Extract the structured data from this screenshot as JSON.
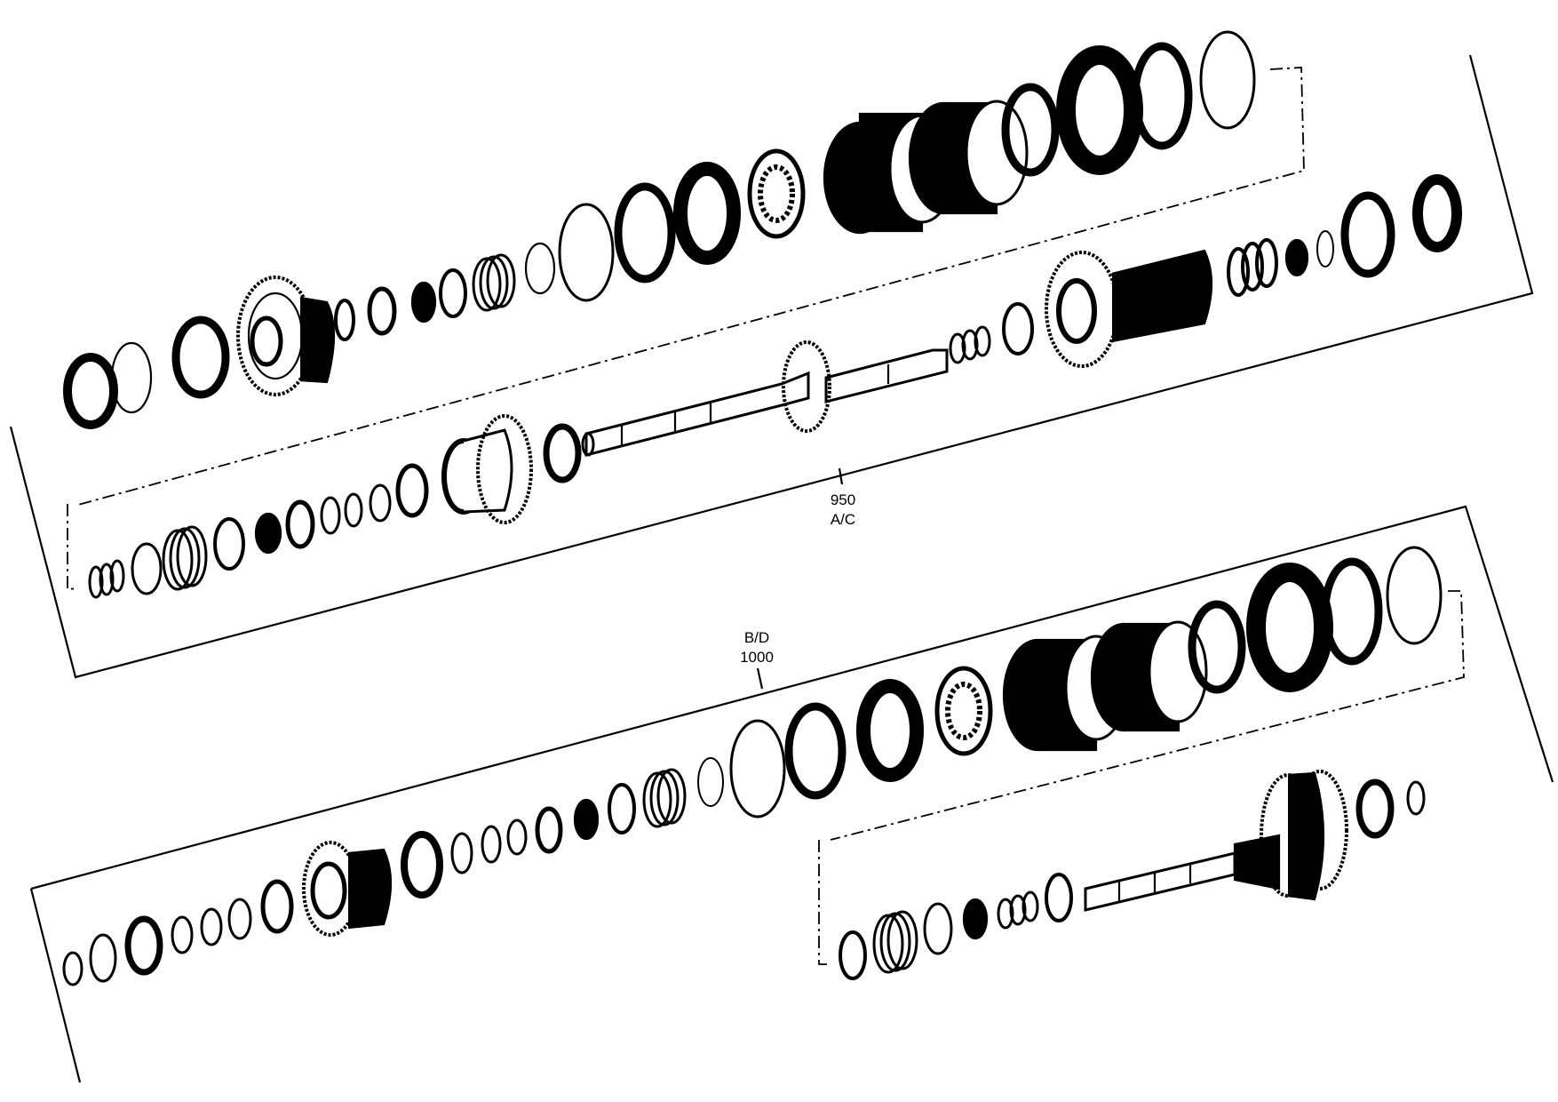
{
  "diagram": {
    "callouts": [
      {
        "id": "upper",
        "lines": [
          "950",
          "A/C"
        ]
      },
      {
        "id": "lower",
        "lines": [
          "B/D",
          "1000"
        ]
      }
    ],
    "colors": {
      "ink": "#000000",
      "paper": "#ffffff"
    }
  }
}
